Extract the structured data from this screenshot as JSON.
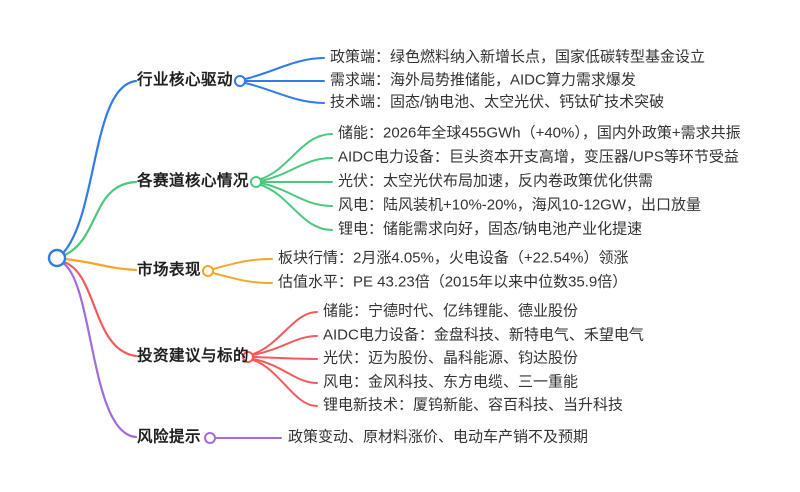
{
  "colors": {
    "blue": "#2F7BE8",
    "green": "#4AC97E",
    "orange": "#F5A623",
    "red": "#F25B5B",
    "purple": "#A16BE0",
    "text": "#333333",
    "label": "#1F1F1F"
  },
  "mindmap": {
    "branches": [
      {
        "label": "行业核心驱动",
        "color": "blue",
        "children": [
          {
            "text": "政策端：绿色燃料纳入新增长点，国家低碳转型基金设立"
          },
          {
            "text": "需求端：海外局势推储能，AIDC算力需求爆发"
          },
          {
            "text": "技术端：固态/钠电池、太空光伏、钙钛矿技术突破"
          }
        ]
      },
      {
        "label": "各赛道核心情况",
        "color": "green",
        "children": [
          {
            "text": "储能：2026年全球455GWh（+40%），国内外政策+需求共振"
          },
          {
            "text": "AIDC电力设备：巨头资本开支高增，变压器/UPS等环节受益"
          },
          {
            "text": "光伏：太空光伏布局加速，反内卷政策优化供需"
          },
          {
            "text": "风电：陆风装机+10%-20%，海风10-12GW，出口放量"
          },
          {
            "text": "锂电：储能需求向好，固态/钠电池产业化提速"
          }
        ]
      },
      {
        "label": "市场表现",
        "color": "orange",
        "children": [
          {
            "text": "板块行情：2月涨4.05%，火电设备（+22.54%）领涨"
          },
          {
            "text": "估值水平：PE 43.23倍（2015年以来中位数35.9倍）"
          }
        ]
      },
      {
        "label": "投资建议与标的",
        "color": "red",
        "children": [
          {
            "text": "储能：宁德时代、亿纬锂能、德业股份"
          },
          {
            "text": "AIDC电力设备：金盘科技、新特电气、禾望电气"
          },
          {
            "text": "光伏：迈为股份、晶科能源、钧达股份"
          },
          {
            "text": "风电：金风科技、东方电缆、三一重能"
          },
          {
            "text": "锂电新技术：厦钨新能、容百科技、当升科技"
          }
        ]
      },
      {
        "label": "风险提示",
        "color": "purple",
        "children": [
          {
            "text": "政策变动、原材料涨价、电动车产销不及预期"
          }
        ]
      }
    ]
  }
}
